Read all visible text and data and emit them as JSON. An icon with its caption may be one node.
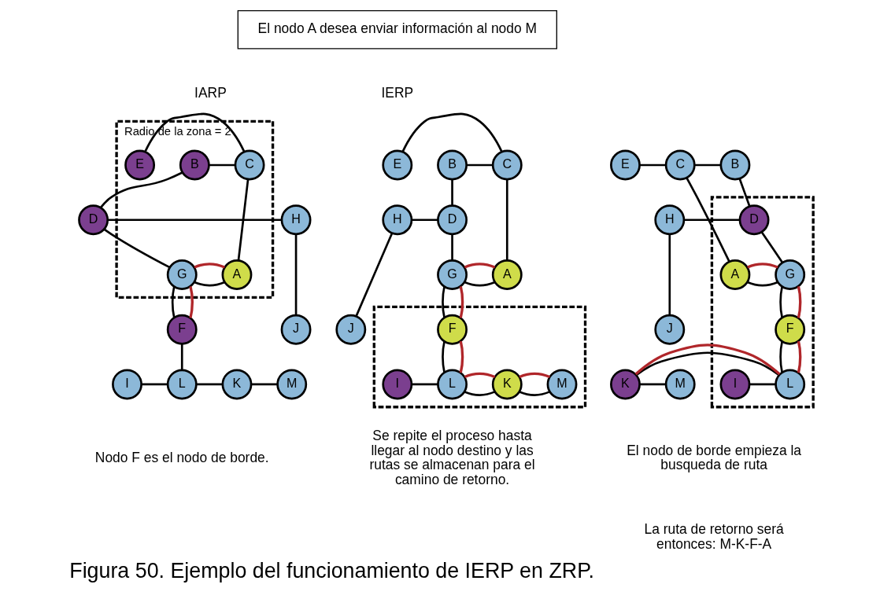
{
  "diagram": {
    "caption": "Figura 50. Ejemplo del funcionamiento de IERP en ZRP.",
    "nodes": [
      {
        "text": [
          "El nodo A desea enviar información al nodo M"
        ]
      },
      {
        "text": [
          "Radio de la zona = 2"
        ]
      },
      {
        "text": [
          "E"
        ],
        "in": 1
      },
      {
        "text": [
          "C"
        ],
        "in": 1
      },
      {
        "text": [
          "B"
        ],
        "in": 1
      },
      {
        "text": [
          "D"
        ]
      },
      {
        "text": [
          "H"
        ]
      },
      {
        "text": [
          "A"
        ],
        "in": 1
      },
      {
        "text": [
          "G"
        ],
        "in": 1
      },
      {
        "text": [
          "J"
        ]
      },
      {
        "text": [
          "F"
        ]
      },
      {
        "text": [
          "I"
        ]
      },
      {
        "text": [
          "L"
        ]
      },
      {
        "text": [
          "K"
        ]
      },
      {
        "text": [
          "M"
        ]
      },
      {
        "text": [],
        "shape": "box"
      },
      {
        "text": [
          "E"
        ]
      },
      {
        "text": [
          "C"
        ]
      },
      {
        "text": [
          "B"
        ]
      },
      {
        "text": [
          "D"
        ],
        "in": 15
      },
      {
        "text": [
          "H"
        ]
      },
      {
        "text": [
          "A"
        ],
        "in": 15
      },
      {
        "text": [
          "G"
        ],
        "in": 15
      },
      {
        "text": [
          "J"
        ]
      },
      {
        "text": [
          "F"
        ],
        "in": 15
      },
      {
        "text": [
          "I"
        ],
        "in": 15
      },
      {
        "text": [
          "L"
        ],
        "in": 15
      },
      {
        "text": [
          "K"
        ]
      },
      {
        "text": [
          "M"
        ]
      },
      {
        "text": [],
        "shape": "box"
      },
      {
        "text": [
          "E"
        ]
      },
      {
        "text": [
          "C"
        ]
      },
      {
        "text": [
          "B"
        ]
      },
      {
        "text": [
          "D"
        ]
      },
      {
        "text": [
          "H"
        ]
      },
      {
        "text": [
          "A"
        ]
      },
      {
        "text": [
          "G"
        ]
      },
      {
        "text": [
          "J"
        ]
      },
      {
        "text": [
          "F"
        ],
        "in": 29
      },
      {
        "text": [
          "I"
        ],
        "in": 29
      },
      {
        "text": [
          "L"
        ],
        "in": 29
      },
      {
        "text": [
          "K"
        ],
        "in": 29
      },
      {
        "text": [
          "M"
        ],
        "in": 29
      }
    ],
    "edges": [
      {
        "from": 2,
        "to": 3,
        "arrow": "none"
      },
      {
        "from": 3,
        "to": 4,
        "arrow": "none"
      },
      {
        "from": 3,
        "to": 7,
        "arrow": "none"
      },
      {
        "from": 4,
        "to": 5,
        "arrow": "none"
      },
      {
        "from": 5,
        "to": 6,
        "arrow": "none"
      },
      {
        "from": 6,
        "to": 9,
        "arrow": "none"
      },
      {
        "from": 7,
        "to": 8,
        "arrow": "none"
      },
      {
        "from": 5,
        "to": 8,
        "arrow": "none"
      },
      {
        "from": 8,
        "to": 10,
        "arrow": "none"
      },
      {
        "from": 10,
        "to": 12,
        "arrow": "none"
      },
      {
        "from": 11,
        "to": 12,
        "arrow": "none"
      },
      {
        "from": 12,
        "to": 13,
        "arrow": "none"
      },
      {
        "from": 13,
        "to": 14,
        "arrow": "none"
      },
      {
        "from": 7,
        "to": 8,
        "arrow": "none",
        "color": "#b0262a"
      },
      {
        "from": 8,
        "to": 10,
        "arrow": "none",
        "color": "#b0262a"
      },
      {
        "from": 16,
        "to": 17,
        "arrow": "none"
      },
      {
        "from": 17,
        "to": 18,
        "arrow": "none"
      },
      {
        "from": 17,
        "to": 21,
        "arrow": "none"
      },
      {
        "from": 18,
        "to": 19,
        "arrow": "none"
      },
      {
        "from": 19,
        "to": 20,
        "arrow": "none"
      },
      {
        "from": 20,
        "to": 23,
        "arrow": "none"
      },
      {
        "from": 21,
        "to": 22,
        "arrow": "none"
      },
      {
        "from": 19,
        "to": 22,
        "arrow": "none"
      },
      {
        "from": 22,
        "to": 24,
        "arrow": "none"
      },
      {
        "from": 24,
        "to": 26,
        "arrow": "none"
      },
      {
        "from": 25,
        "to": 26,
        "arrow": "none"
      },
      {
        "from": 26,
        "to": 27,
        "arrow": "none"
      },
      {
        "from": 27,
        "to": 28,
        "arrow": "none"
      },
      {
        "from": 21,
        "to": 22,
        "arrow": "none",
        "color": "#b0262a"
      },
      {
        "from": 22,
        "to": 24,
        "arrow": "none",
        "color": "#b0262a"
      },
      {
        "from": 24,
        "to": 26,
        "arrow": "none",
        "color": "#b0262a"
      },
      {
        "from": 26,
        "to": 27,
        "arrow": "none",
        "color": "#b0262a"
      },
      {
        "from": 30,
        "to": 31,
        "arrow": "none"
      },
      {
        "from": 31,
        "to": 32,
        "arrow": "none"
      },
      {
        "from": 31,
        "to": 35,
        "arrow": "none"
      },
      {
        "from": 32,
        "to": 33,
        "arrow": "none"
      },
      {
        "from": 33,
        "to": 34,
        "arrow": "none"
      },
      {
        "from": 34,
        "to": 37,
        "arrow": "none"
      },
      {
        "from": 35,
        "to": 36,
        "arrow": "none"
      },
      {
        "from": 33,
        "to": 36,
        "arrow": "none"
      },
      {
        "from": 36,
        "to": 38,
        "arrow": "none"
      },
      {
        "from": 38,
        "to": 40,
        "arrow": "none"
      },
      {
        "from": 39,
        "to": 40,
        "arrow": "none"
      },
      {
        "from": 40,
        "to": 41,
        "arrow": "none"
      },
      {
        "from": 41,
        "to": 42,
        "arrow": "none"
      },
      {
        "from": 35,
        "to": 36,
        "arrow": "none",
        "color": "#b0262a"
      },
      {
        "from": 36,
        "to": 38,
        "arrow": "none",
        "color": "#b0262a"
      },
      {
        "from": 38,
        "to": 40,
        "arrow": "none",
        "color": "#b0262a"
      },
      {
        "from": 40,
        "to": 41,
        "arrow": "none",
        "color": "#b0262a"
      },
      {
        "from": 41,
        "to": 42,
        "arrow": "none",
        "color": "#b0262a"
      }
    ],
    "labels": [
      "IARP",
      "IERP",
      "Nodo F es el nodo de borde.",
      "El nodo de borde empieza la busqueda de ruta",
      "Se repite el proceso hasta llegar al nodo destino y las rutas se almacenan para el camino de retorno.",
      "La ruta de retorno será entonces: M-K-F-A"
    ]
  }
}
